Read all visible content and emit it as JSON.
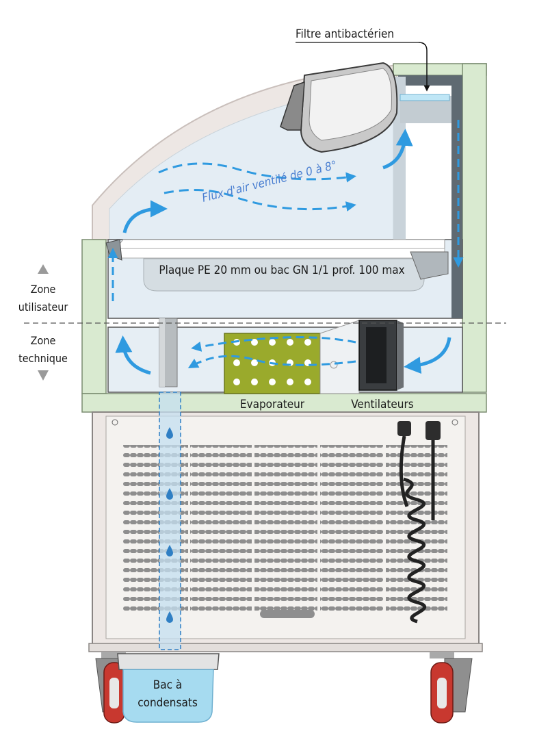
{
  "labels": {
    "filter": "Filtre antibactérien",
    "airflow": "Flux d'air ventilé de 0 à 8°",
    "plate": "Plaque PE 20 mm ou bac GN 1/1 prof. 100 max",
    "zone_user_1": "Zone",
    "zone_user_2": "utilisateur",
    "zone_tech_1": "Zone",
    "zone_tech_2": "technique",
    "evaporator": "Evaporateur",
    "fans": "Ventilateurs",
    "tray_1": "Bac à",
    "tray_2": "condensats"
  },
  "colors": {
    "insulation": "#d9ead0",
    "cavity": "#e4edf4",
    "airflow": "#2f9ae0",
    "evaporator": "#9aaa2c",
    "condensate": "#a6dbf0",
    "wheel": "#c8382f"
  },
  "icons": {
    "zone_up": "triangle-up-icon",
    "zone_down": "triangle-down-icon",
    "water_drop": "drop-icon"
  }
}
